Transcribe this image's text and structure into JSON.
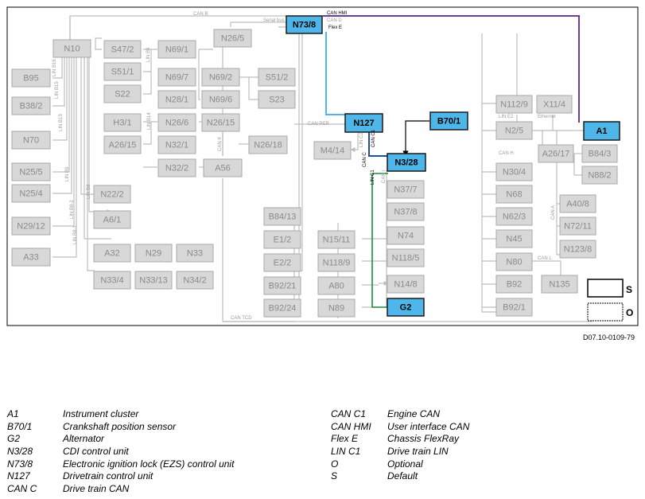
{
  "document_id": "D07.10-0109-79",
  "nodes": [
    {
      "id": "N10",
      "label": "N10",
      "active": false
    },
    {
      "id": "B95",
      "label": "B95",
      "active": false
    },
    {
      "id": "B38/2",
      "label": "B38/2",
      "active": false
    },
    {
      "id": "N70",
      "label": "N70",
      "active": false
    },
    {
      "id": "N25/5",
      "label": "N25/5",
      "active": false
    },
    {
      "id": "N25/4",
      "label": "N25/4",
      "active": false
    },
    {
      "id": "N29/12",
      "label": "N29/12",
      "active": false
    },
    {
      "id": "A33",
      "label": "A33",
      "active": false
    },
    {
      "id": "S47/2",
      "label": "S47/2",
      "active": false
    },
    {
      "id": "S51/1",
      "label": "S51/1",
      "active": false
    },
    {
      "id": "S22",
      "label": "S22",
      "active": false
    },
    {
      "id": "N69/1",
      "label": "N69/1",
      "active": false
    },
    {
      "id": "N69/7",
      "label": "N69/7",
      "active": false
    },
    {
      "id": "N69/2",
      "label": "N69/2",
      "active": false
    },
    {
      "id": "S51/2",
      "label": "S51/2",
      "active": false
    },
    {
      "id": "N28/1",
      "label": "N28/1",
      "active": false
    },
    {
      "id": "N69/6",
      "label": "N69/6",
      "active": false
    },
    {
      "id": "S23",
      "label": "S23",
      "active": false
    },
    {
      "id": "H3/1",
      "label": "H3/1",
      "active": false
    },
    {
      "id": "N26/6",
      "label": "N26/6",
      "active": false
    },
    {
      "id": "N26/15",
      "label": "N26/15",
      "active": false
    },
    {
      "id": "A26/15",
      "label": "A26/15",
      "active": false
    },
    {
      "id": "N32/1",
      "label": "N32/1",
      "active": false
    },
    {
      "id": "N26/18",
      "label": "N26/18",
      "active": false
    },
    {
      "id": "N32/2",
      "label": "N32/2",
      "active": false
    },
    {
      "id": "A56",
      "label": "A56",
      "active": false
    },
    {
      "id": "N22/2",
      "label": "N22/2",
      "active": false
    },
    {
      "id": "A6/1",
      "label": "A6/1",
      "active": false
    },
    {
      "id": "A32",
      "label": "A32",
      "active": false
    },
    {
      "id": "N29",
      "label": "N29",
      "active": false
    },
    {
      "id": "N33",
      "label": "N33",
      "active": false
    },
    {
      "id": "N33/4",
      "label": "N33/4",
      "active": false
    },
    {
      "id": "N33/13",
      "label": "N33/13",
      "active": false
    },
    {
      "id": "N34/2",
      "label": "N34/2",
      "active": false
    },
    {
      "id": "N26/5",
      "label": "N26/5",
      "active": false
    },
    {
      "id": "N73/8",
      "label": "N73/8",
      "active": true
    },
    {
      "id": "N127",
      "label": "N127",
      "active": true
    },
    {
      "id": "B70/1",
      "label": "B70/1",
      "active": true
    },
    {
      "id": "N3/28",
      "label": "N3/28",
      "active": true
    },
    {
      "id": "G2",
      "label": "G2",
      "active": true
    },
    {
      "id": "A1",
      "label": "A1",
      "active": true
    },
    {
      "id": "M4/14",
      "label": "M4/14",
      "active": false
    },
    {
      "id": "N37/7",
      "label": "N37/7",
      "active": false
    },
    {
      "id": "N37/8",
      "label": "N37/8",
      "active": false
    },
    {
      "id": "N74",
      "label": "N74",
      "active": false
    },
    {
      "id": "N118/5",
      "label": "N118/5",
      "active": false
    },
    {
      "id": "N14/8",
      "label": "N14/8",
      "active": false
    },
    {
      "id": "B84/13",
      "label": "B84/13",
      "active": false
    },
    {
      "id": "E1/2",
      "label": "E1/2",
      "active": false
    },
    {
      "id": "E2/2",
      "label": "E2/2",
      "active": false
    },
    {
      "id": "B92/21",
      "label": "B92/21",
      "active": false
    },
    {
      "id": "B92/24",
      "label": "B92/24",
      "active": false
    },
    {
      "id": "N15/11",
      "label": "N15/11",
      "active": false
    },
    {
      "id": "N118/9",
      "label": "N118/9",
      "active": false
    },
    {
      "id": "A80",
      "label": "A80",
      "active": false
    },
    {
      "id": "N89",
      "label": "N89",
      "active": false
    },
    {
      "id": "N112/9",
      "label": "N112/9",
      "active": false
    },
    {
      "id": "X11/4",
      "label": "X11/4",
      "active": false
    },
    {
      "id": "N2/5",
      "label": "N2/5",
      "active": false
    },
    {
      "id": "A26/17",
      "label": "A26/17",
      "active": false
    },
    {
      "id": "B84/3",
      "label": "B84/3",
      "active": false
    },
    {
      "id": "N88/2",
      "label": "N88/2",
      "active": false
    },
    {
      "id": "N30/4",
      "label": "N30/4",
      "active": false
    },
    {
      "id": "N68",
      "label": "N68",
      "active": false
    },
    {
      "id": "N62/3",
      "label": "N62/3",
      "active": false
    },
    {
      "id": "N45",
      "label": "N45",
      "active": false
    },
    {
      "id": "N80",
      "label": "N80",
      "active": false
    },
    {
      "id": "B92",
      "label": "B92",
      "active": false
    },
    {
      "id": "B92/1",
      "label": "B92/1",
      "active": false
    },
    {
      "id": "A40/8",
      "label": "A40/8",
      "active": false
    },
    {
      "id": "N72/11",
      "label": "N72/11",
      "active": false
    },
    {
      "id": "N123/8",
      "label": "N123/8",
      "active": false
    },
    {
      "id": "N135",
      "label": "N135",
      "active": false
    }
  ],
  "bus_labels": [
    {
      "id": "can-b",
      "text": "CAN B",
      "dark": false
    },
    {
      "id": "serial-bus",
      "text": "Serial bus",
      "dark": false
    },
    {
      "id": "can-hmi",
      "text": "CAN HMI",
      "dark": true
    },
    {
      "id": "can-d",
      "text": "CAN D",
      "dark": false
    },
    {
      "id": "flex-e",
      "text": "Flex E",
      "dark": true
    },
    {
      "id": "can-per",
      "text": "CAN PER",
      "dark": false
    },
    {
      "id": "lin-c2",
      "text": "LIN C2",
      "dark": false
    },
    {
      "id": "can-c1",
      "text": "CAN C1",
      "dark": true
    },
    {
      "id": "can-c",
      "text": "CAN C",
      "dark": true
    },
    {
      "id": "lin-c1",
      "text": "LIN C1",
      "dark": true
    },
    {
      "id": "can-i",
      "text": "CAN I",
      "dark": false
    },
    {
      "id": "can-k",
      "text": "CAN K",
      "dark": false
    },
    {
      "id": "can-tcd",
      "text": "CAN TCD",
      "dark": false
    },
    {
      "id": "lin-e2",
      "text": "LIN E2",
      "dark": false
    },
    {
      "id": "ethernet",
      "text": "Ethernet",
      "dark": false
    },
    {
      "id": "can-h",
      "text": "CAN H",
      "dark": false
    },
    {
      "id": "can-a",
      "text": "CAN A",
      "dark": false
    },
    {
      "id": "can-l",
      "text": "CAN L",
      "dark": false
    },
    {
      "id": "lin-b16",
      "text": "LIN B16",
      "dark": false
    },
    {
      "id": "lin-b15",
      "text": "LIN B15",
      "dark": false
    },
    {
      "id": "lin-b13",
      "text": "LIN B13",
      "dark": false
    },
    {
      "id": "lin-b9",
      "text": "LIN B9",
      "dark": false
    },
    {
      "id": "lin-b8-2",
      "text": "LIN B8-2",
      "dark": false
    },
    {
      "id": "lin-b8-1",
      "text": "LIN B8-1",
      "dark": false
    },
    {
      "id": "lin-b8",
      "text": "LIN B8",
      "dark": false
    },
    {
      "id": "lin-b6",
      "text": "LIN B6",
      "dark": false
    },
    {
      "id": "lin-b14",
      "text": "LIN B14",
      "dark": false
    }
  ],
  "symbols": [
    {
      "id": "default",
      "label": "S"
    },
    {
      "id": "optional",
      "label": "O"
    }
  ],
  "colors": {
    "active_fill": "#4fb6e9",
    "can_hmi": "#6a3d9a",
    "can_d_flex": "#4fb6e9",
    "lin_c1": "#1e8c3a",
    "can_c": "#1e4fa0",
    "wire": "#bdbdbd"
  },
  "legend": {
    "left": [
      {
        "key": "A1",
        "value": "Instrument cluster"
      },
      {
        "key": "B70/1",
        "value": "Crankshaft position sensor"
      },
      {
        "key": "G2",
        "value": "Alternator"
      },
      {
        "key": "N3/28",
        "value": "CDI control unit"
      },
      {
        "key": "N73/8",
        "value": "Electronic ignition lock (EZS) control unit"
      },
      {
        "key": "N127",
        "value": "Drivetrain control unit"
      },
      {
        "key": "CAN C",
        "value": "Drive train CAN"
      }
    ],
    "right": [
      {
        "key": "CAN C1",
        "value": "Engine CAN"
      },
      {
        "key": "CAN HMI",
        "value": "User interface CAN"
      },
      {
        "key": "Flex E",
        "value": "Chassis FlexRay"
      },
      {
        "key": "LIN C1",
        "value": "Drive train LIN"
      },
      {
        "key": "O",
        "value": "Optional"
      },
      {
        "key": "S",
        "value": "Default"
      }
    ]
  }
}
